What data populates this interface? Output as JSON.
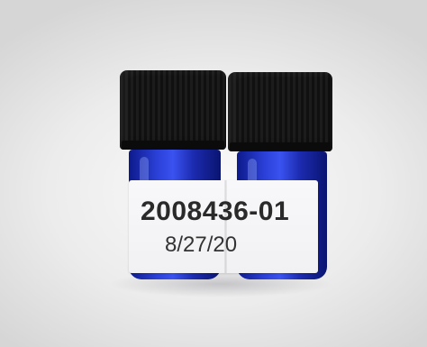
{
  "label": {
    "sample_id": "2008436-01",
    "date": "8/27/20"
  },
  "colors": {
    "background": "#e6e6e6",
    "cap": "#141414",
    "glass": "#2a3fd6",
    "label": "#f4f4f6"
  },
  "objects": [
    "vial-left",
    "vial-right",
    "sample-label"
  ]
}
